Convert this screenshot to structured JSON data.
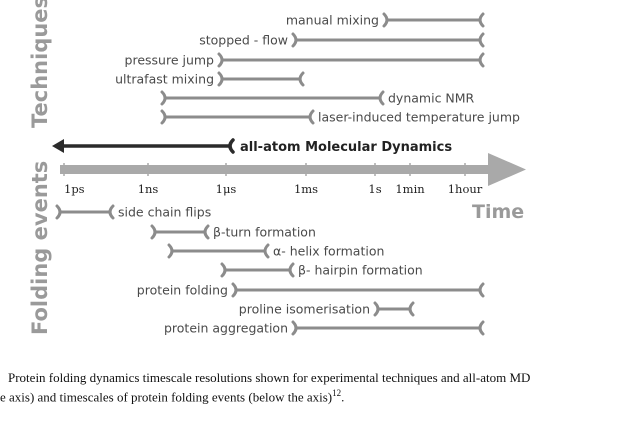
{
  "colors": {
    "bar": "#8c8c8c",
    "bar_dark": "#2b2b2b",
    "axis": "#a9a9a9",
    "text": "#4a4a4a",
    "text_dark": "#222222",
    "section_label": "#9a9a9a"
  },
  "sections": {
    "techniques": "Techniques",
    "folding_events": "Folding events"
  },
  "axis": {
    "title": "Time",
    "ticks": [
      "1ps",
      "1ns",
      "1μs",
      "1ms",
      "1s",
      "1min",
      "1hour"
    ]
  },
  "techniques": [
    {
      "label": "manual mixing"
    },
    {
      "label": "stopped - flow"
    },
    {
      "label": "pressure jump"
    },
    {
      "label": "ultrafast mixing"
    },
    {
      "label": "dynamic NMR"
    },
    {
      "label": "laser-induced temperature jump"
    }
  ],
  "md": {
    "label": "all-atom Molecular Dynamics"
  },
  "events": [
    {
      "label": "side chain flips"
    },
    {
      "label": "β-turn formation"
    },
    {
      "label": "α- helix formation"
    },
    {
      "label": "β- hairpin formation"
    },
    {
      "label": "protein folding"
    },
    {
      "label": "proline isomerisation"
    },
    {
      "label": "protein aggregation"
    }
  ],
  "caption": {
    "line1": "Protein folding dynamics timescale resolutions shown for experimental techniques and all-atom MD",
    "line2": "e axis) and timescales of protein folding events (below the axis)",
    "ref": "12",
    "end": "."
  }
}
